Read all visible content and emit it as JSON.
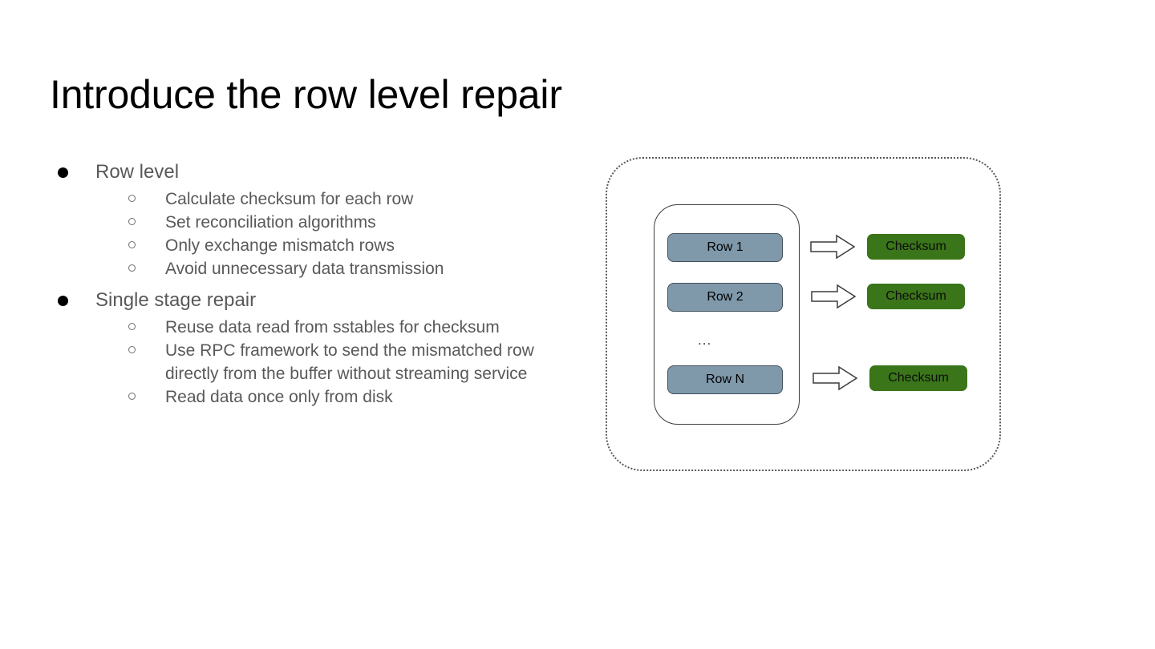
{
  "slide": {
    "title": "Introduce the row level repair",
    "background_color": "#ffffff",
    "title_color": "#000000",
    "body_text_color": "#595959"
  },
  "content": {
    "groups": [
      {
        "heading": "Row level",
        "items": [
          "Calculate checksum for each row",
          "Set reconciliation algorithms",
          "Only exchange mismatch rows",
          "Avoid unnecessary data transmission"
        ]
      },
      {
        "heading": "Single stage repair",
        "items": [
          "Reuse data read from sstables for checksum",
          "Use RPC framework to send the mismatched row directly from the buffer without streaming service",
          "Read data once only from disk"
        ]
      }
    ]
  },
  "diagram": {
    "outer_border_style": "dotted",
    "outer_border_color": "#55565b",
    "inner_border_color": "#3c3c3c",
    "row_fill_color": "#7f99ab",
    "row_border_color": "#44505c",
    "checksum_fill_color": "#3a7519",
    "arrow_outline_color": "#3c3c3c",
    "arrow_fill_color": "#ffffff",
    "rows": [
      {
        "label": "Row 1"
      },
      {
        "label": "Row 2"
      },
      {
        "label": "Row N"
      }
    ],
    "ellipsis": "...",
    "outputs": [
      {
        "label": "Checksum"
      },
      {
        "label": "Checksum"
      },
      {
        "label": "Checksum"
      }
    ],
    "arrow_icon_name": "right-block-arrow-icon"
  }
}
